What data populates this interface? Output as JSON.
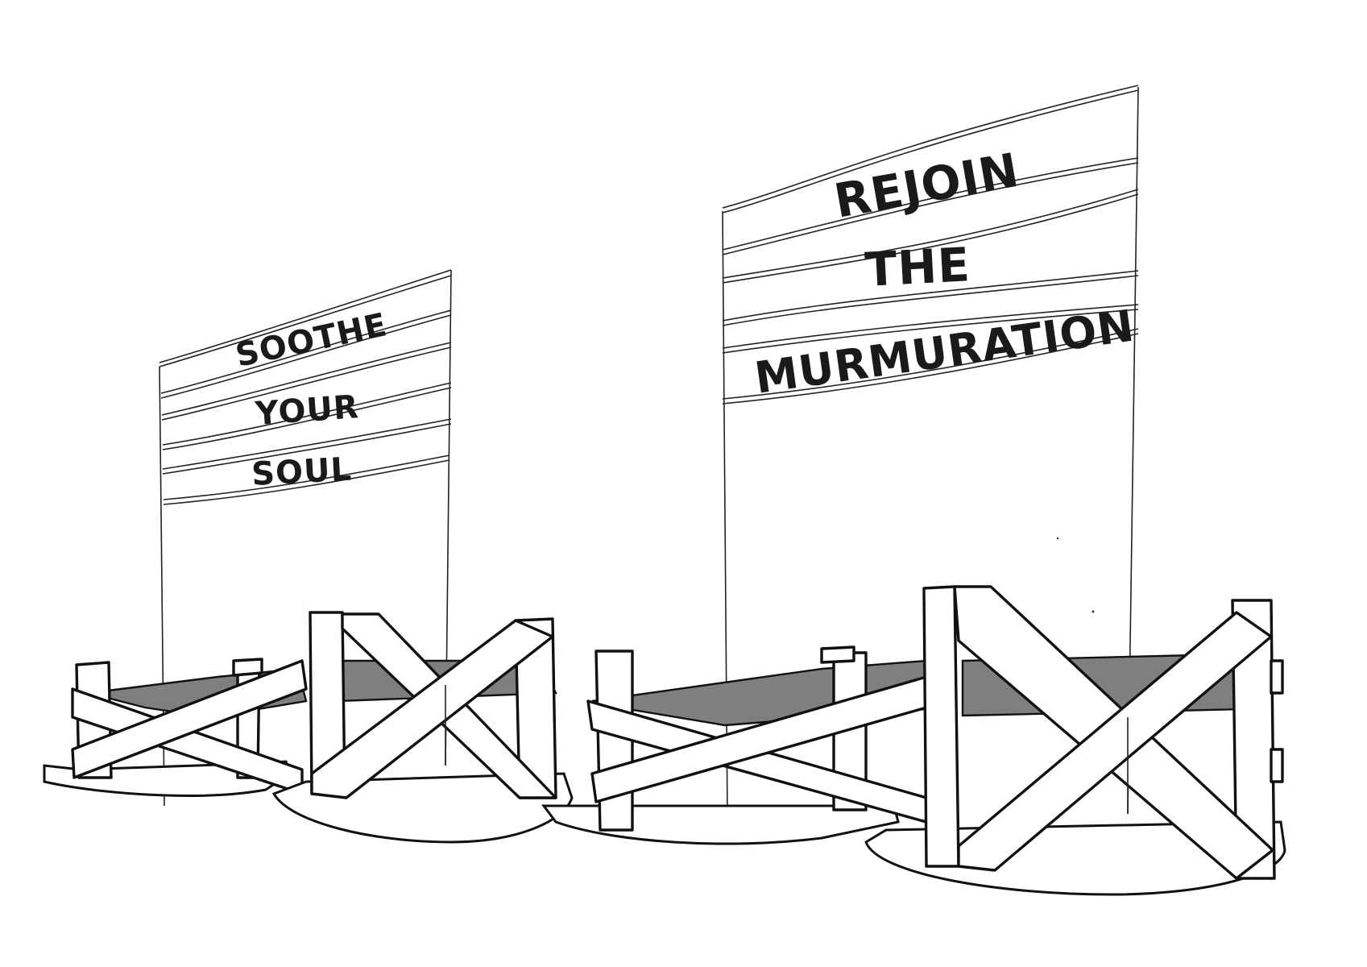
{
  "illustration": {
    "style": "hand-drawn ink sketch",
    "shade_color": "#7f7f7f",
    "ink_color": "#111111"
  },
  "signs": [
    {
      "name": "left-sign",
      "lines": [
        "SOOTHE",
        "YOUR",
        "SOUL"
      ]
    },
    {
      "name": "right-sign",
      "lines": [
        "REJOIN",
        "THE",
        "MURMURATION"
      ]
    }
  ],
  "seats": [
    {
      "name": "seat-1",
      "type": "rotating bench with cross braces"
    },
    {
      "name": "seat-2",
      "type": "rotating bench with cross braces"
    },
    {
      "name": "seat-3",
      "type": "rotating bench with cross braces"
    },
    {
      "name": "seat-4",
      "type": "rotating bench with cross braces"
    }
  ]
}
